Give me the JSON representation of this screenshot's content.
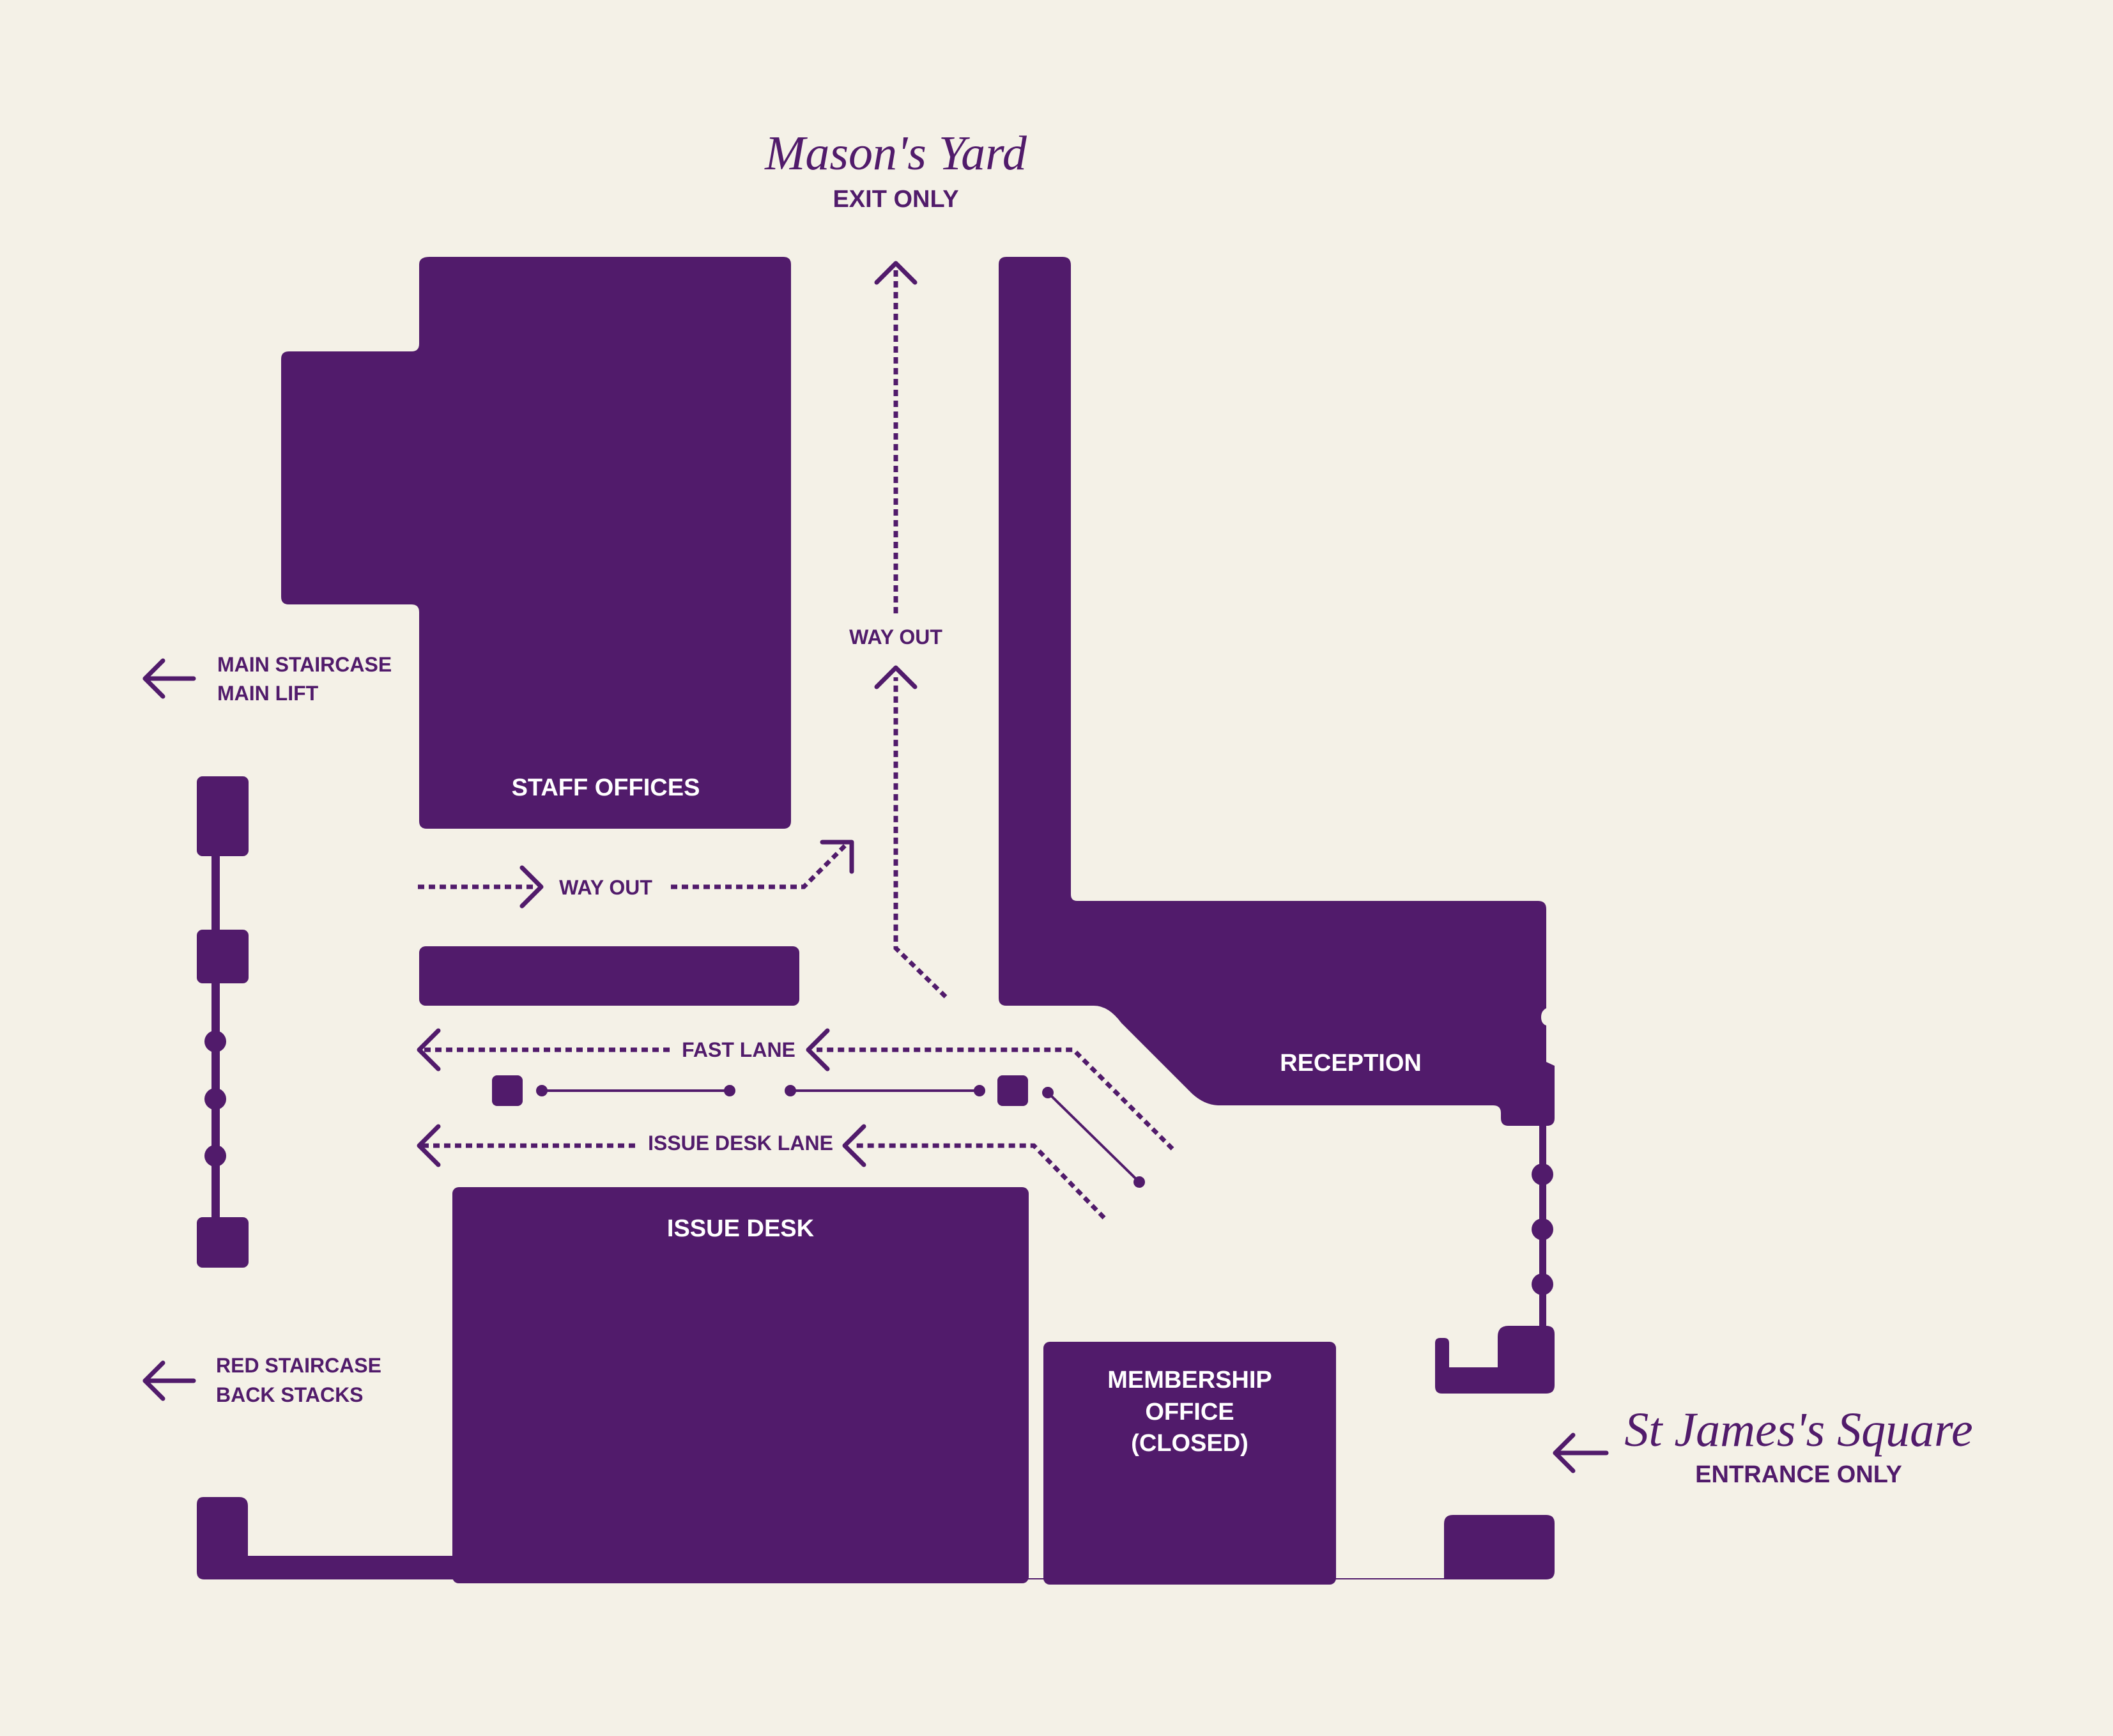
{
  "colors": {
    "background": "#F4F1E7",
    "building": "#511B6B",
    "label_on_block": "#FFFFFF"
  },
  "header": {
    "title": "Mason's Yard",
    "subtitle": "EXIT ONLY"
  },
  "footer": {
    "title": "St James's Square",
    "subtitle": "ENTRANCE ONLY"
  },
  "rooms": {
    "staff_offices": "STAFF OFFICES",
    "reception": "RECEPTION",
    "issue_desk": "ISSUE DESK",
    "membership_line1": "MEMBERSHIP",
    "membership_line2": "OFFICE",
    "membership_line3": "(CLOSED)"
  },
  "routes": {
    "way_out_top": "WAY OUT",
    "way_out_mid": "WAY OUT",
    "fast_lane": "FAST LANE",
    "issue_desk_lane": "ISSUE DESK LANE"
  },
  "directions": {
    "main_line1": "MAIN STAIRCASE",
    "main_line2": "MAIN LIFT",
    "red_line1": "RED STAIRCASE",
    "red_line2": "BACK STACKS"
  },
  "icons": [
    "arrow-left-icon",
    "arrow-up-icon",
    "arrow-up-right-icon"
  ]
}
